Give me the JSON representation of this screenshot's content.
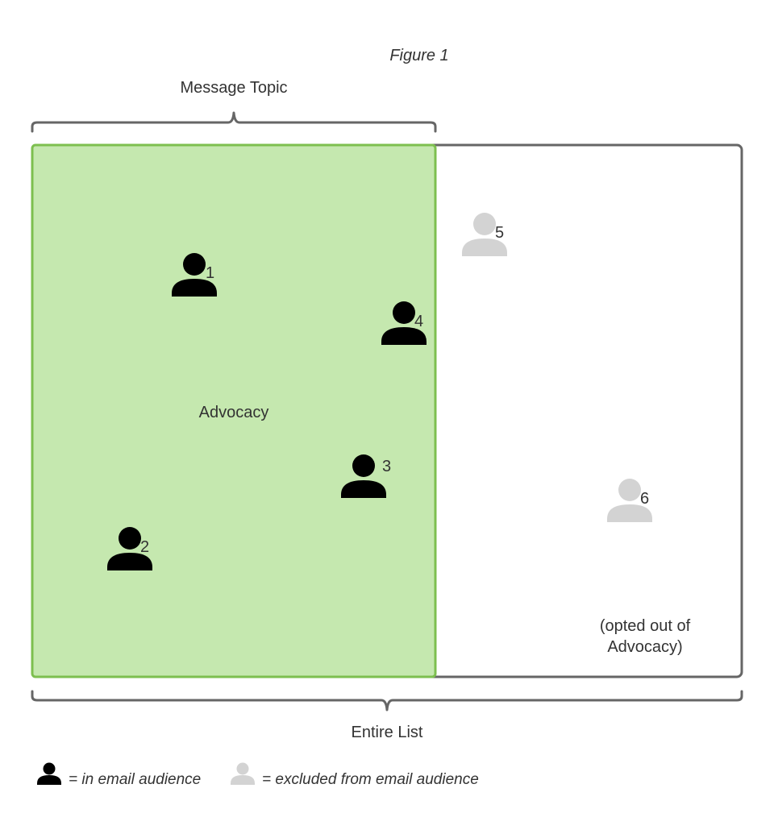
{
  "figure_title": "Figure 1",
  "message_topic_label": "Message Topic",
  "topic_region_label": "Advocacy",
  "entire_list_label": "Entire List",
  "opted_out_note": [
    "(opted out of",
    "Advocacy)"
  ],
  "colors": {
    "topic_fill": "#c5e8af",
    "topic_border": "#7dbf4f",
    "list_border": "#666666",
    "included_person": "#000000",
    "excluded_person": "#d3d3d3",
    "text": "#333333"
  },
  "people": [
    {
      "id": "person-1",
      "number": "1",
      "status": "included"
    },
    {
      "id": "person-2",
      "number": "2",
      "status": "included"
    },
    {
      "id": "person-3",
      "number": "3",
      "status": "included"
    },
    {
      "id": "person-4",
      "number": "4",
      "status": "included"
    },
    {
      "id": "person-5",
      "number": "5",
      "status": "excluded"
    },
    {
      "id": "person-6",
      "number": "6",
      "status": "excluded"
    }
  ],
  "legend": {
    "included_text": "= in email audience",
    "excluded_text": "= excluded from email audience",
    "included_icon": "person-icon",
    "excluded_icon": "person-icon"
  }
}
